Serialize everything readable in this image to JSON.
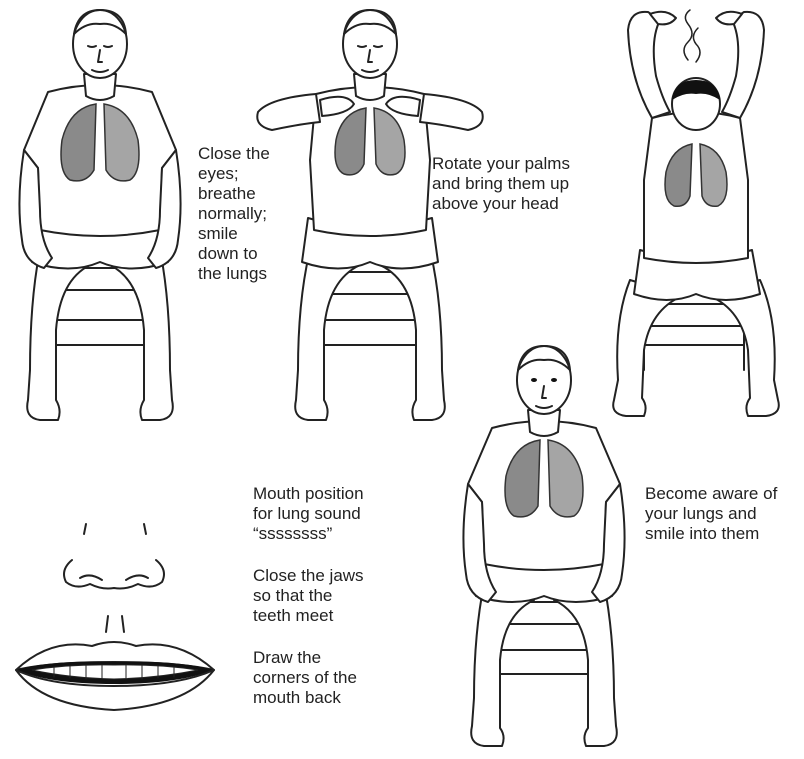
{
  "captions": {
    "step1": [
      "Close the",
      "eyes;",
      "breathe",
      "normally;",
      "smile",
      "down to",
      "the lungs"
    ],
    "step2": [
      "Rotate your palms",
      "and bring them up",
      "above your head"
    ],
    "step3": [
      "Become aware of",
      "your lungs and",
      "smile into them"
    ],
    "mouth_position": [
      "Mouth position",
      "for lung sound",
      "“ssssssss”"
    ],
    "close_jaws": [
      "Close the jaws",
      "so that the",
      "teeth meet"
    ],
    "draw_corners": [
      "Draw the",
      "corners of the",
      "mouth back"
    ]
  },
  "colors": {
    "ink": "#222222",
    "lung_fill": "#8a8a8a",
    "background": "#ffffff"
  }
}
